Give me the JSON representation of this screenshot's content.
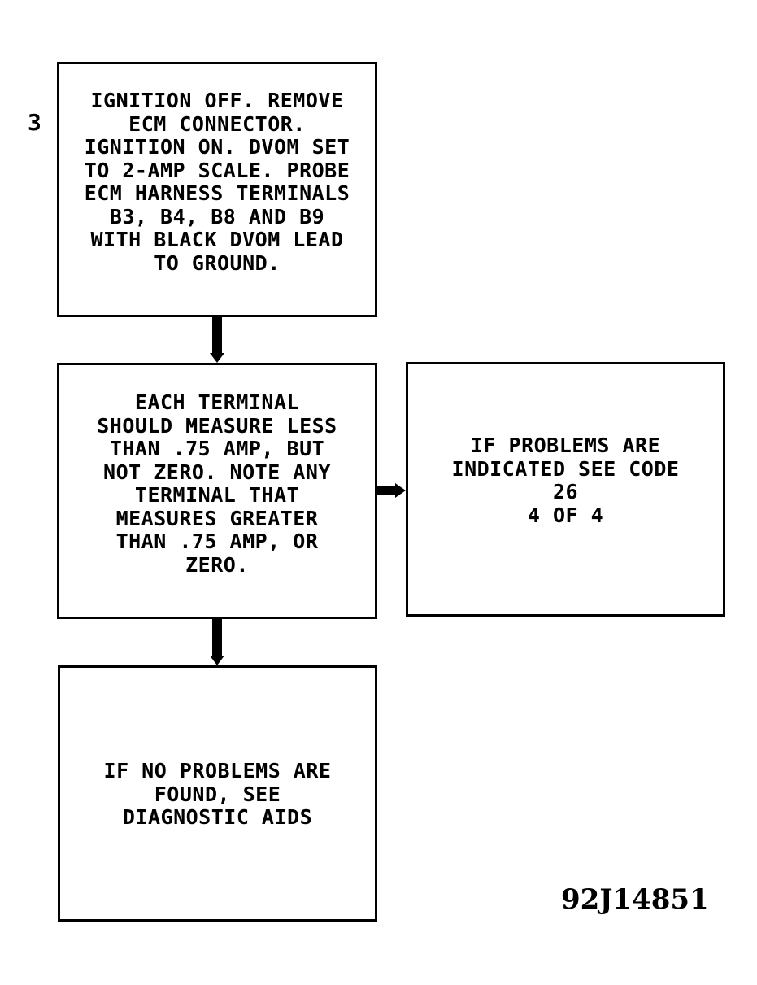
{
  "step_number": "3",
  "boxes": {
    "step3": "IGNITION OFF. REMOVE\nECM CONNECTOR.\nIGNITION ON. DVOM SET\nTO 2-AMP SCALE. PROBE\nECM HARNESS TERMINALS\nB3, B4, B8 AND B9\nWITH BLACK DVOM LEAD\nTO GROUND.",
    "measure": "EACH TERMINAL\nSHOULD MEASURE LESS\nTHAN .75 AMP, BUT\nNOT ZERO. NOTE ANY\nTERMINAL THAT\nMEASURES GREATER\nTHAN .75 AMP, OR\nZERO.",
    "problems": "IF PROBLEMS ARE\nINDICATED SEE CODE\n26\n4 OF 4",
    "no_problems": "IF NO PROBLEMS ARE\nFOUND, SEE\nDIAGNOSTIC AIDS"
  },
  "figure_id": "92J14851"
}
